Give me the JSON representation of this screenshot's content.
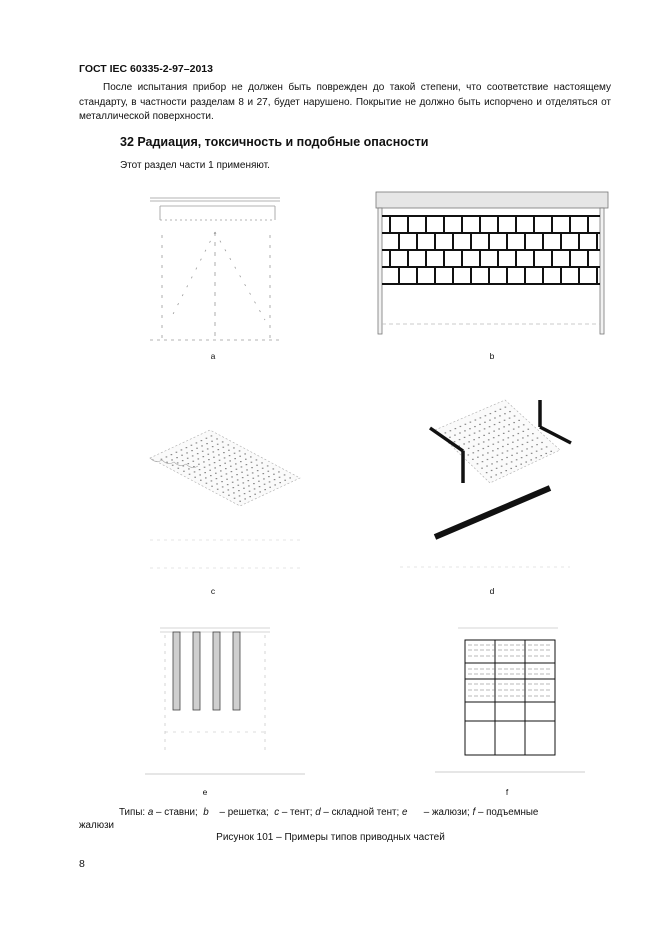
{
  "header": {
    "standard": "ГОСТ IEC 60335-2-97–2013"
  },
  "body_text": {
    "paragraph": "После испытания прибор не должен быть поврежден до такой степени, что соответствие настоящему стандарту, в частности разделам 8 и 27, будет нарушено. Покрытие не должно быть испорчено и отделяться от металлической поверхности."
  },
  "section": {
    "title": "32 Радиация, токсичность и подобные опасности",
    "text": "Этот раздел части 1 применяют."
  },
  "figures": {
    "labels": {
      "a": "a",
      "b": "b",
      "c": "c",
      "d": "d",
      "e": "e",
      "f": "f"
    }
  },
  "legend": {
    "prefix": "Типы:",
    "a_key": "a",
    "a_text": "– ставни;",
    "b_key": "b",
    "b_text": "– решетка;",
    "c_key": "c",
    "c_text": "– тент;",
    "d_key": "d",
    "d_text": "– складной тент;",
    "e_key": "e",
    "e_text": "– жалюзи;",
    "f_key": "f",
    "f_text": "– подъемные",
    "f_text_cont": "жалюзи"
  },
  "caption": "Рисунок 101 – Примеры типов приводных частей",
  "page_number": "8"
}
